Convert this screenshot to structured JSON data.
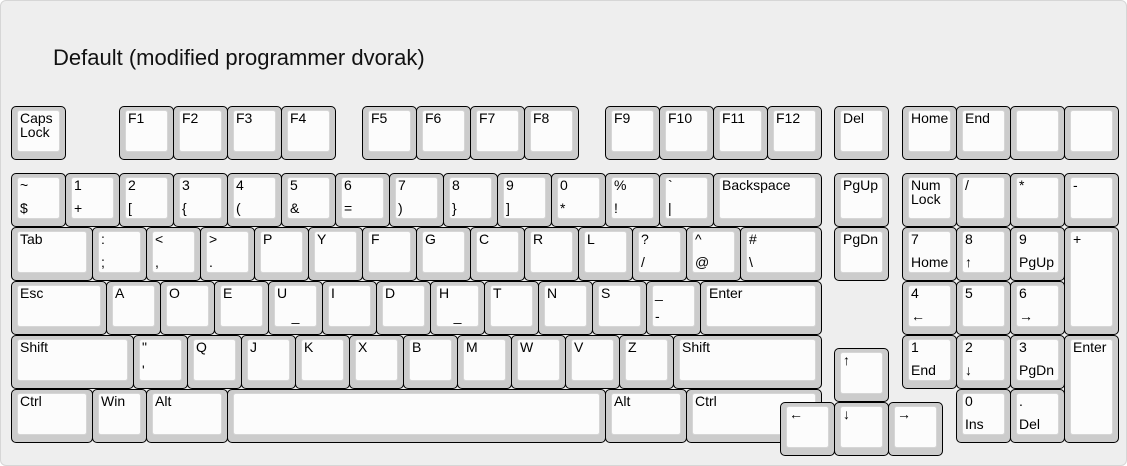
{
  "title": "Default (modified programmer dvorak)",
  "colors": {
    "background": "#eeeeee",
    "key_side": "#cccccc",
    "key_top": "#fcfcfc",
    "border": "#000000"
  },
  "keys": {
    "capslock": {
      "top": "Caps\nLock"
    },
    "f1": {
      "top": "F1"
    },
    "f2": {
      "top": "F2"
    },
    "f3": {
      "top": "F3"
    },
    "f4": {
      "top": "F4"
    },
    "f5": {
      "top": "F5"
    },
    "f6": {
      "top": "F6"
    },
    "f7": {
      "top": "F7"
    },
    "f8": {
      "top": "F8"
    },
    "f9": {
      "top": "F9"
    },
    "f10": {
      "top": "F10"
    },
    "f11": {
      "top": "F11"
    },
    "f12": {
      "top": "F12"
    },
    "del": {
      "top": "Del"
    },
    "home": {
      "top": "Home"
    },
    "end": {
      "top": "End"
    },
    "tilde": {
      "top": "~",
      "bottom": "$"
    },
    "num1": {
      "top": "1",
      "bottom": "+"
    },
    "num2": {
      "top": "2",
      "bottom": "["
    },
    "num3": {
      "top": "3",
      "bottom": "{"
    },
    "num4": {
      "top": "4",
      "bottom": "("
    },
    "num5": {
      "top": "5",
      "bottom": "&"
    },
    "num6": {
      "top": "6",
      "bottom": "="
    },
    "num7": {
      "top": "7",
      "bottom": ")"
    },
    "num8": {
      "top": "8",
      "bottom": "}"
    },
    "num9": {
      "top": "9",
      "bottom": "]"
    },
    "num0": {
      "top": "0",
      "bottom": "*"
    },
    "percent": {
      "top": "%",
      "bottom": "!"
    },
    "backtick": {
      "top": "`",
      "bottom": "|"
    },
    "backspace": {
      "top": "Backspace"
    },
    "pgup": {
      "top": "PgUp"
    },
    "numlock": {
      "top": "Num\nLock"
    },
    "kp_slash": {
      "top": "/"
    },
    "kp_star": {
      "top": "*"
    },
    "kp_minus": {
      "top": "-"
    },
    "tab": {
      "top": "Tab"
    },
    "colon": {
      "top": ":",
      "bottom": ";"
    },
    "lt": {
      "top": "<",
      "bottom": ","
    },
    "gt": {
      "top": ">",
      "bottom": "."
    },
    "p": {
      "top": "P"
    },
    "y": {
      "top": "Y"
    },
    "f": {
      "top": "F"
    },
    "g": {
      "top": "G"
    },
    "c": {
      "top": "C"
    },
    "r": {
      "top": "R"
    },
    "l": {
      "top": "L"
    },
    "question": {
      "top": "?",
      "bottom": "/"
    },
    "caret": {
      "top": "^",
      "bottom": "@"
    },
    "hash": {
      "top": "#",
      "bottom": "\\"
    },
    "pgdn": {
      "top": "PgDn"
    },
    "kp7": {
      "top": "7",
      "bottom": "Home"
    },
    "kp8": {
      "top": "8",
      "bottom": "↑"
    },
    "kp9": {
      "top": "9",
      "bottom": "PgUp"
    },
    "kp_plus": {
      "top": "+"
    },
    "esc": {
      "top": "Esc"
    },
    "a": {
      "top": "A"
    },
    "o": {
      "top": "O"
    },
    "e": {
      "top": "E"
    },
    "u": {
      "top": "U",
      "bottom": "_"
    },
    "i": {
      "top": "I"
    },
    "d": {
      "top": "D"
    },
    "h": {
      "top": "H",
      "bottom": "_"
    },
    "t": {
      "top": "T"
    },
    "n": {
      "top": "N"
    },
    "s": {
      "top": "S"
    },
    "underscore": {
      "top": "_",
      "bottom": "-"
    },
    "enter": {
      "top": "Enter"
    },
    "kp4": {
      "top": "4",
      "bottom": "←"
    },
    "kp5": {
      "top": "5"
    },
    "kp6": {
      "top": "6",
      "bottom": "→"
    },
    "lshift": {
      "top": "Shift"
    },
    "quote": {
      "top": "\"",
      "bottom": "'"
    },
    "q": {
      "top": "Q"
    },
    "j": {
      "top": "J"
    },
    "k": {
      "top": "K"
    },
    "x": {
      "top": "X"
    },
    "b": {
      "top": "B"
    },
    "m": {
      "top": "M"
    },
    "w": {
      "top": "W"
    },
    "v": {
      "top": "V"
    },
    "z": {
      "top": "Z"
    },
    "rshift": {
      "top": "Shift"
    },
    "up": {
      "top": "↑"
    },
    "kp1": {
      "top": "1",
      "bottom": "End"
    },
    "kp2": {
      "top": "2",
      "bottom": "↓"
    },
    "kp3": {
      "top": "3",
      "bottom": "PgDn"
    },
    "kp_enter": {
      "top": "Enter"
    },
    "lctrl": {
      "top": "Ctrl"
    },
    "win": {
      "top": "Win"
    },
    "lalt": {
      "top": "Alt"
    },
    "space": {
      "top": ""
    },
    "ralt": {
      "top": "Alt"
    },
    "rctrl": {
      "top": "Ctrl"
    },
    "left": {
      "top": "←"
    },
    "down": {
      "top": "↓"
    },
    "right": {
      "top": "→"
    },
    "kp0": {
      "top": "0",
      "bottom": "Ins"
    },
    "kp_dot": {
      "top": ".",
      "bottom": "Del"
    }
  }
}
